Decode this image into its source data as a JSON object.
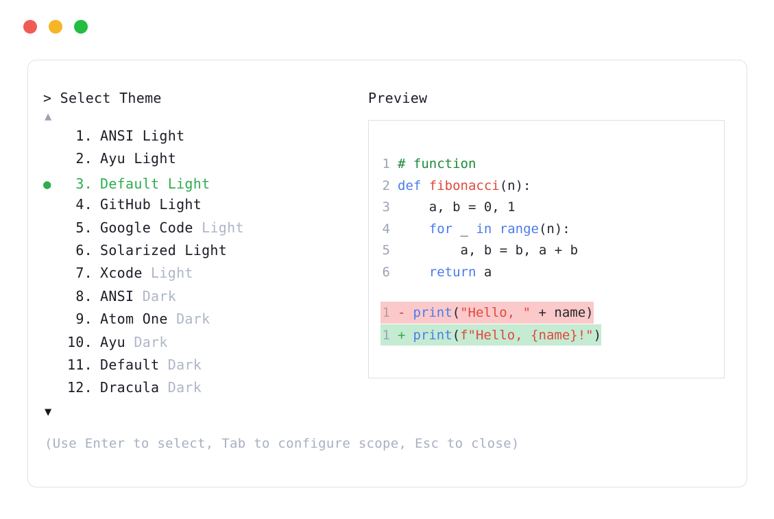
{
  "window": {
    "traffic_lights": [
      {
        "name": "close",
        "color": "#f05c54"
      },
      {
        "name": "minimize",
        "color": "#f5b524"
      },
      {
        "name": "maximize",
        "color": "#22bd41"
      }
    ]
  },
  "left": {
    "prompt": "> Select Theme",
    "scroll_up_glyph": "▲",
    "scroll_down_glyph": "▼",
    "selected_bullet": "●",
    "selected_index": 3,
    "accent_color": "#2eae4e",
    "items": [
      {
        "number": "1.",
        "name": "ANSI Light",
        "variant": "",
        "selected": false
      },
      {
        "number": "2.",
        "name": "Ayu Light",
        "variant": "",
        "selected": false
      },
      {
        "number": "3.",
        "name": "Default Light",
        "variant": "",
        "selected": true
      },
      {
        "number": "4.",
        "name": "GitHub Light",
        "variant": "",
        "selected": false
      },
      {
        "number": "5.",
        "name": "Google Code",
        "variant": "Light",
        "selected": false
      },
      {
        "number": "6.",
        "name": "Solarized Light",
        "variant": "",
        "selected": false
      },
      {
        "number": "7.",
        "name": "Xcode",
        "variant": "Light",
        "selected": false
      },
      {
        "number": "8.",
        "name": "ANSI",
        "variant": "Dark",
        "selected": false
      },
      {
        "number": "9.",
        "name": "Atom One",
        "variant": "Dark",
        "selected": false
      },
      {
        "number": "10.",
        "name": "Ayu",
        "variant": "Dark",
        "selected": false
      },
      {
        "number": "11.",
        "name": "Default",
        "variant": "Dark",
        "selected": false
      },
      {
        "number": "12.",
        "name": "Dracula",
        "variant": "Dark",
        "selected": false
      }
    ],
    "hint": "(Use Enter to select, Tab to configure scope, Esc to close)"
  },
  "right": {
    "label": "Preview",
    "code_lines": [
      {
        "number": "1",
        "tokens": [
          {
            "text": "# function",
            "kind": "comment"
          }
        ]
      },
      {
        "number": "2",
        "tokens": [
          {
            "text": "def ",
            "kind": "kw"
          },
          {
            "text": "fibonacci",
            "kind": "fn"
          },
          {
            "text": "(n):",
            "kind": "plain"
          }
        ]
      },
      {
        "number": "3",
        "tokens": [
          {
            "text": "    a, b = 0, 1",
            "kind": "plain"
          }
        ]
      },
      {
        "number": "4",
        "tokens": [
          {
            "text": "    ",
            "kind": "plain"
          },
          {
            "text": "for",
            "kind": "kw"
          },
          {
            "text": " _ ",
            "kind": "plain"
          },
          {
            "text": "in ",
            "kind": "kw"
          },
          {
            "text": "range",
            "kind": "kw"
          },
          {
            "text": "(n):",
            "kind": "plain"
          }
        ]
      },
      {
        "number": "5",
        "tokens": [
          {
            "text": "        a, b = b, a + b",
            "kind": "plain"
          }
        ]
      },
      {
        "number": "6",
        "tokens": [
          {
            "text": "    ",
            "kind": "plain"
          },
          {
            "text": "return",
            "kind": "kw"
          },
          {
            "text": " a",
            "kind": "plain"
          }
        ]
      }
    ],
    "diff_lines": [
      {
        "number": "1",
        "sign": "-",
        "type": "deletion",
        "background": "#fbc9c9",
        "tokens": [
          {
            "text": "print",
            "kind": "kw"
          },
          {
            "text": "(",
            "kind": "plain"
          },
          {
            "text": "\"Hello, \"",
            "kind": "str"
          },
          {
            "text": " + name)",
            "kind": "plain"
          }
        ]
      },
      {
        "number": "1",
        "sign": "+",
        "type": "addition",
        "background": "#c5ebd2",
        "tokens": [
          {
            "text": "print",
            "kind": "kw"
          },
          {
            "text": "(",
            "kind": "plain"
          },
          {
            "text": "f\"Hello, {name}!\"",
            "kind": "str"
          },
          {
            "text": ")",
            "kind": "plain"
          }
        ]
      }
    ]
  }
}
